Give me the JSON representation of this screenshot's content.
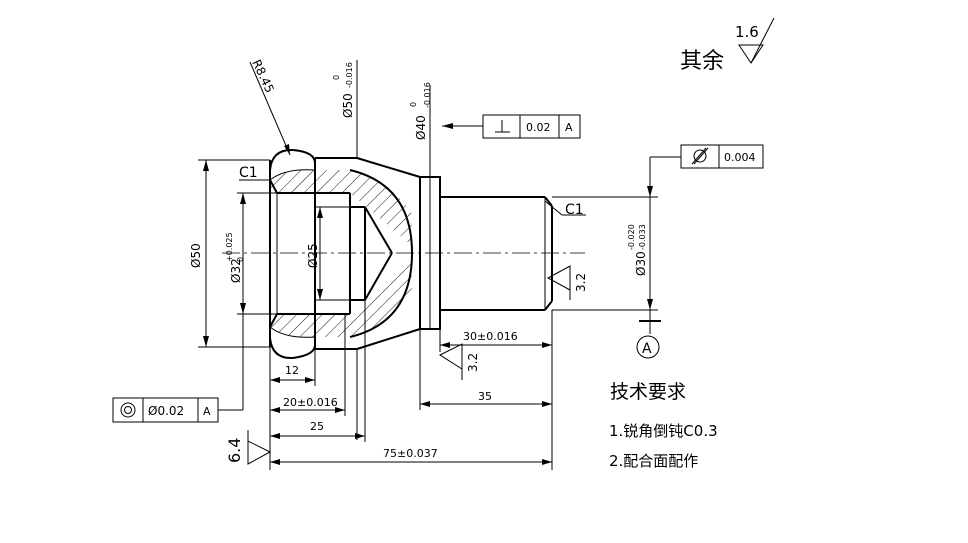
{
  "roughness_other": {
    "prefix": "其余",
    "value": "1.6"
  },
  "dims": {
    "radius": "R8.45",
    "dia50_tol_upper": "0",
    "dia50_tol_lower": "-0.016",
    "dia40_tol_upper": "0",
    "dia40_tol_lower": "-0.016",
    "dia50_outer": "Ø50",
    "dia32": "Ø32",
    "dia32_tol_upper": "+0.025",
    "dia32_tol_lower": "0",
    "dia25": "Ø25",
    "dia30": "Ø30",
    "dia30_tol_upper": "-0.020",
    "dia30_tol_lower": "-0.033",
    "len12": "12",
    "len20": "20±0.016",
    "len25": "25",
    "len75": "75±0.037",
    "len30": "30±0.016",
    "len35": "35",
    "chamfer_left": "C1",
    "chamfer_right": "C1"
  },
  "gdt": {
    "perpendicularity": {
      "value": "0.02",
      "datum": "A"
    },
    "cylindricity": {
      "value": "0.004"
    },
    "concentricity": {
      "value": "Ø0.02",
      "datum": "A"
    },
    "datum_label": "A"
  },
  "roughness_marks": {
    "shaft": "3.2",
    "shoulder": "3.2",
    "left": "6.4"
  },
  "tech_req": {
    "title": "技术要求",
    "item1": "1.锐角倒钝C0.3",
    "item2": "2.配合面配作"
  }
}
